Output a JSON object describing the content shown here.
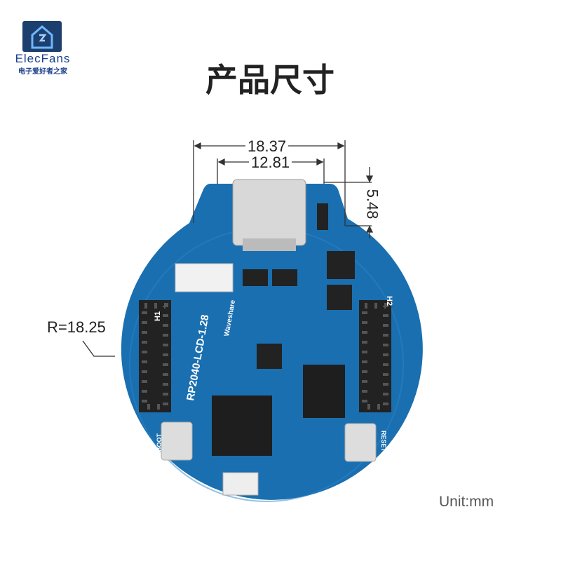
{
  "logo": {
    "name": "ElecFans",
    "subtitle": "电子爱好者之家"
  },
  "title": "产品尺寸",
  "dimensions": {
    "overall_width": "18.37",
    "connector_width": "12.81",
    "connector_height": "5.48",
    "radius": "R=18.25"
  },
  "board": {
    "model": "RP2040-LCD-1.28",
    "brand": "Waveshare",
    "header_left": "H1",
    "header_right": "H2",
    "boot_label": "BOOT",
    "reset_label": "RESET"
  },
  "unit": "Unit:mm",
  "colors": {
    "board": "#1a6fb0",
    "board_dark": "#0f4f86",
    "title": "#222222"
  }
}
